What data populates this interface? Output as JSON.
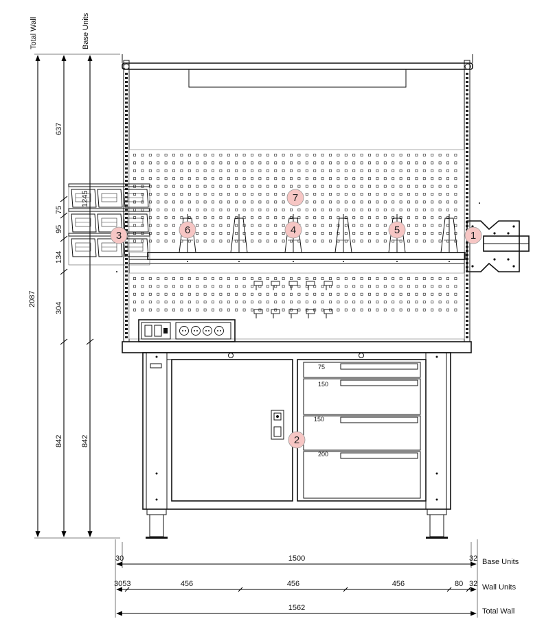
{
  "dimensions": {
    "vertical_headers": {
      "total_wall": "Total Wall",
      "base_units": "Base Units"
    },
    "vertical": {
      "total_height": "2087",
      "upper_panel": "637",
      "segment_75": "75",
      "segment_95": "95",
      "segment_134": "134",
      "segment_304": "304",
      "lower_842_left": "842",
      "lower_842_right": "842",
      "bin_height": "1245"
    },
    "horizontal": {
      "base_units": {
        "label": "Base Units",
        "left": "30",
        "middle": "1500",
        "right": "32"
      },
      "wall_units": {
        "label": "Wall Units",
        "left": "3053",
        "seg1": "456",
        "seg2": "456",
        "seg3": "456",
        "right_80": "80",
        "right_32": "32"
      },
      "total_wall": {
        "label": "Total Wall",
        "value": "1562"
      }
    }
  },
  "drawer_labels": [
    "75",
    "150",
    "150",
    "200"
  ],
  "callouts": [
    {
      "id": "1",
      "color": "#f6c6c4"
    },
    {
      "id": "2",
      "color": "#f6c6c4"
    },
    {
      "id": "3",
      "color": "#f6c6c4"
    },
    {
      "id": "4",
      "color": "#f6c6c4"
    },
    {
      "id": "5",
      "color": "#f6c6c4"
    },
    {
      "id": "6",
      "color": "#f6c6c4"
    },
    {
      "id": "7",
      "color": "#f6c6c4"
    }
  ]
}
